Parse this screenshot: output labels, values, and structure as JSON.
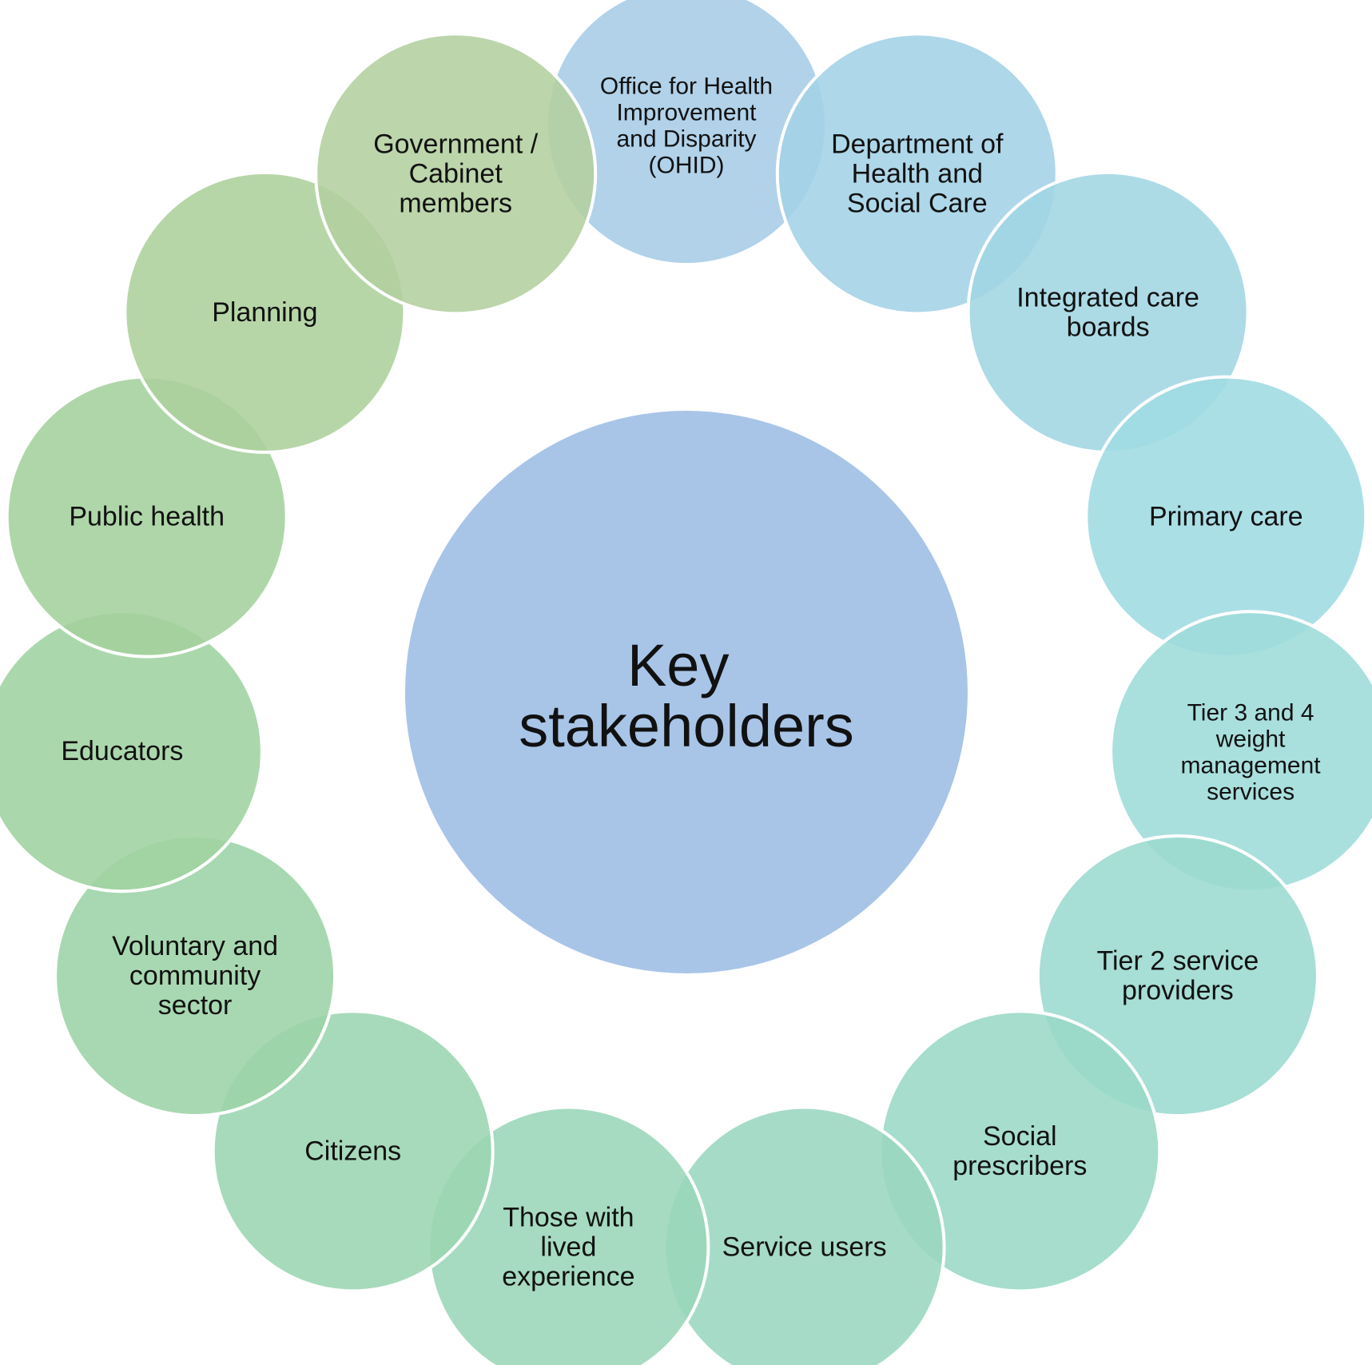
{
  "center": {
    "label_lines": [
      "Key",
      "stakeholders"
    ],
    "color": "#a8c5e8"
  },
  "nodes": [
    {
      "id": "ohid",
      "lines": [
        "Office for Health",
        "Improvement",
        "and Disparity",
        "(OHID)"
      ],
      "color": "#a6cce6"
    },
    {
      "id": "dhsc",
      "lines": [
        "Department of",
        "Health and",
        "Social Care"
      ],
      "color": "#a3d2e6"
    },
    {
      "id": "icb",
      "lines": [
        "Integrated care",
        "boards"
      ],
      "color": "#a1d6e3"
    },
    {
      "id": "primary-care",
      "lines": [
        "Primary care"
      ],
      "color": "#9fdbe2"
    },
    {
      "id": "tier-3-4",
      "lines": [
        "Tier 3 and 4",
        "weight",
        "management",
        "services"
      ],
      "color": "#9ddcd9"
    },
    {
      "id": "tier-2",
      "lines": [
        "Tier 2 service",
        "providers"
      ],
      "color": "#9bd9cf"
    },
    {
      "id": "social-prescribers",
      "lines": [
        "Social",
        "prescribers"
      ],
      "color": "#9ad8c6"
    },
    {
      "id": "service-users",
      "lines": [
        "Service users"
      ],
      "color": "#9ad6bf"
    },
    {
      "id": "lived-experience",
      "lines": [
        "Those with",
        "lived",
        "experience"
      ],
      "color": "#9ad6b8"
    },
    {
      "id": "citizens",
      "lines": [
        "Citizens"
      ],
      "color": "#9bd5b0"
    },
    {
      "id": "voluntary",
      "lines": [
        "Voluntary and",
        "community",
        "sector"
      ],
      "color": "#9cd3a6"
    },
    {
      "id": "educators",
      "lines": [
        "Educators"
      ],
      "color": "#9fd1a0"
    },
    {
      "id": "public-health",
      "lines": [
        "Public health"
      ],
      "color": "#a4d09d"
    },
    {
      "id": "planning",
      "lines": [
        "Planning"
      ],
      "color": "#add09c"
    },
    {
      "id": "government",
      "lines": [
        "Government /",
        "Cabinet",
        "members"
      ],
      "color": "#b3cf9f"
    }
  ]
}
